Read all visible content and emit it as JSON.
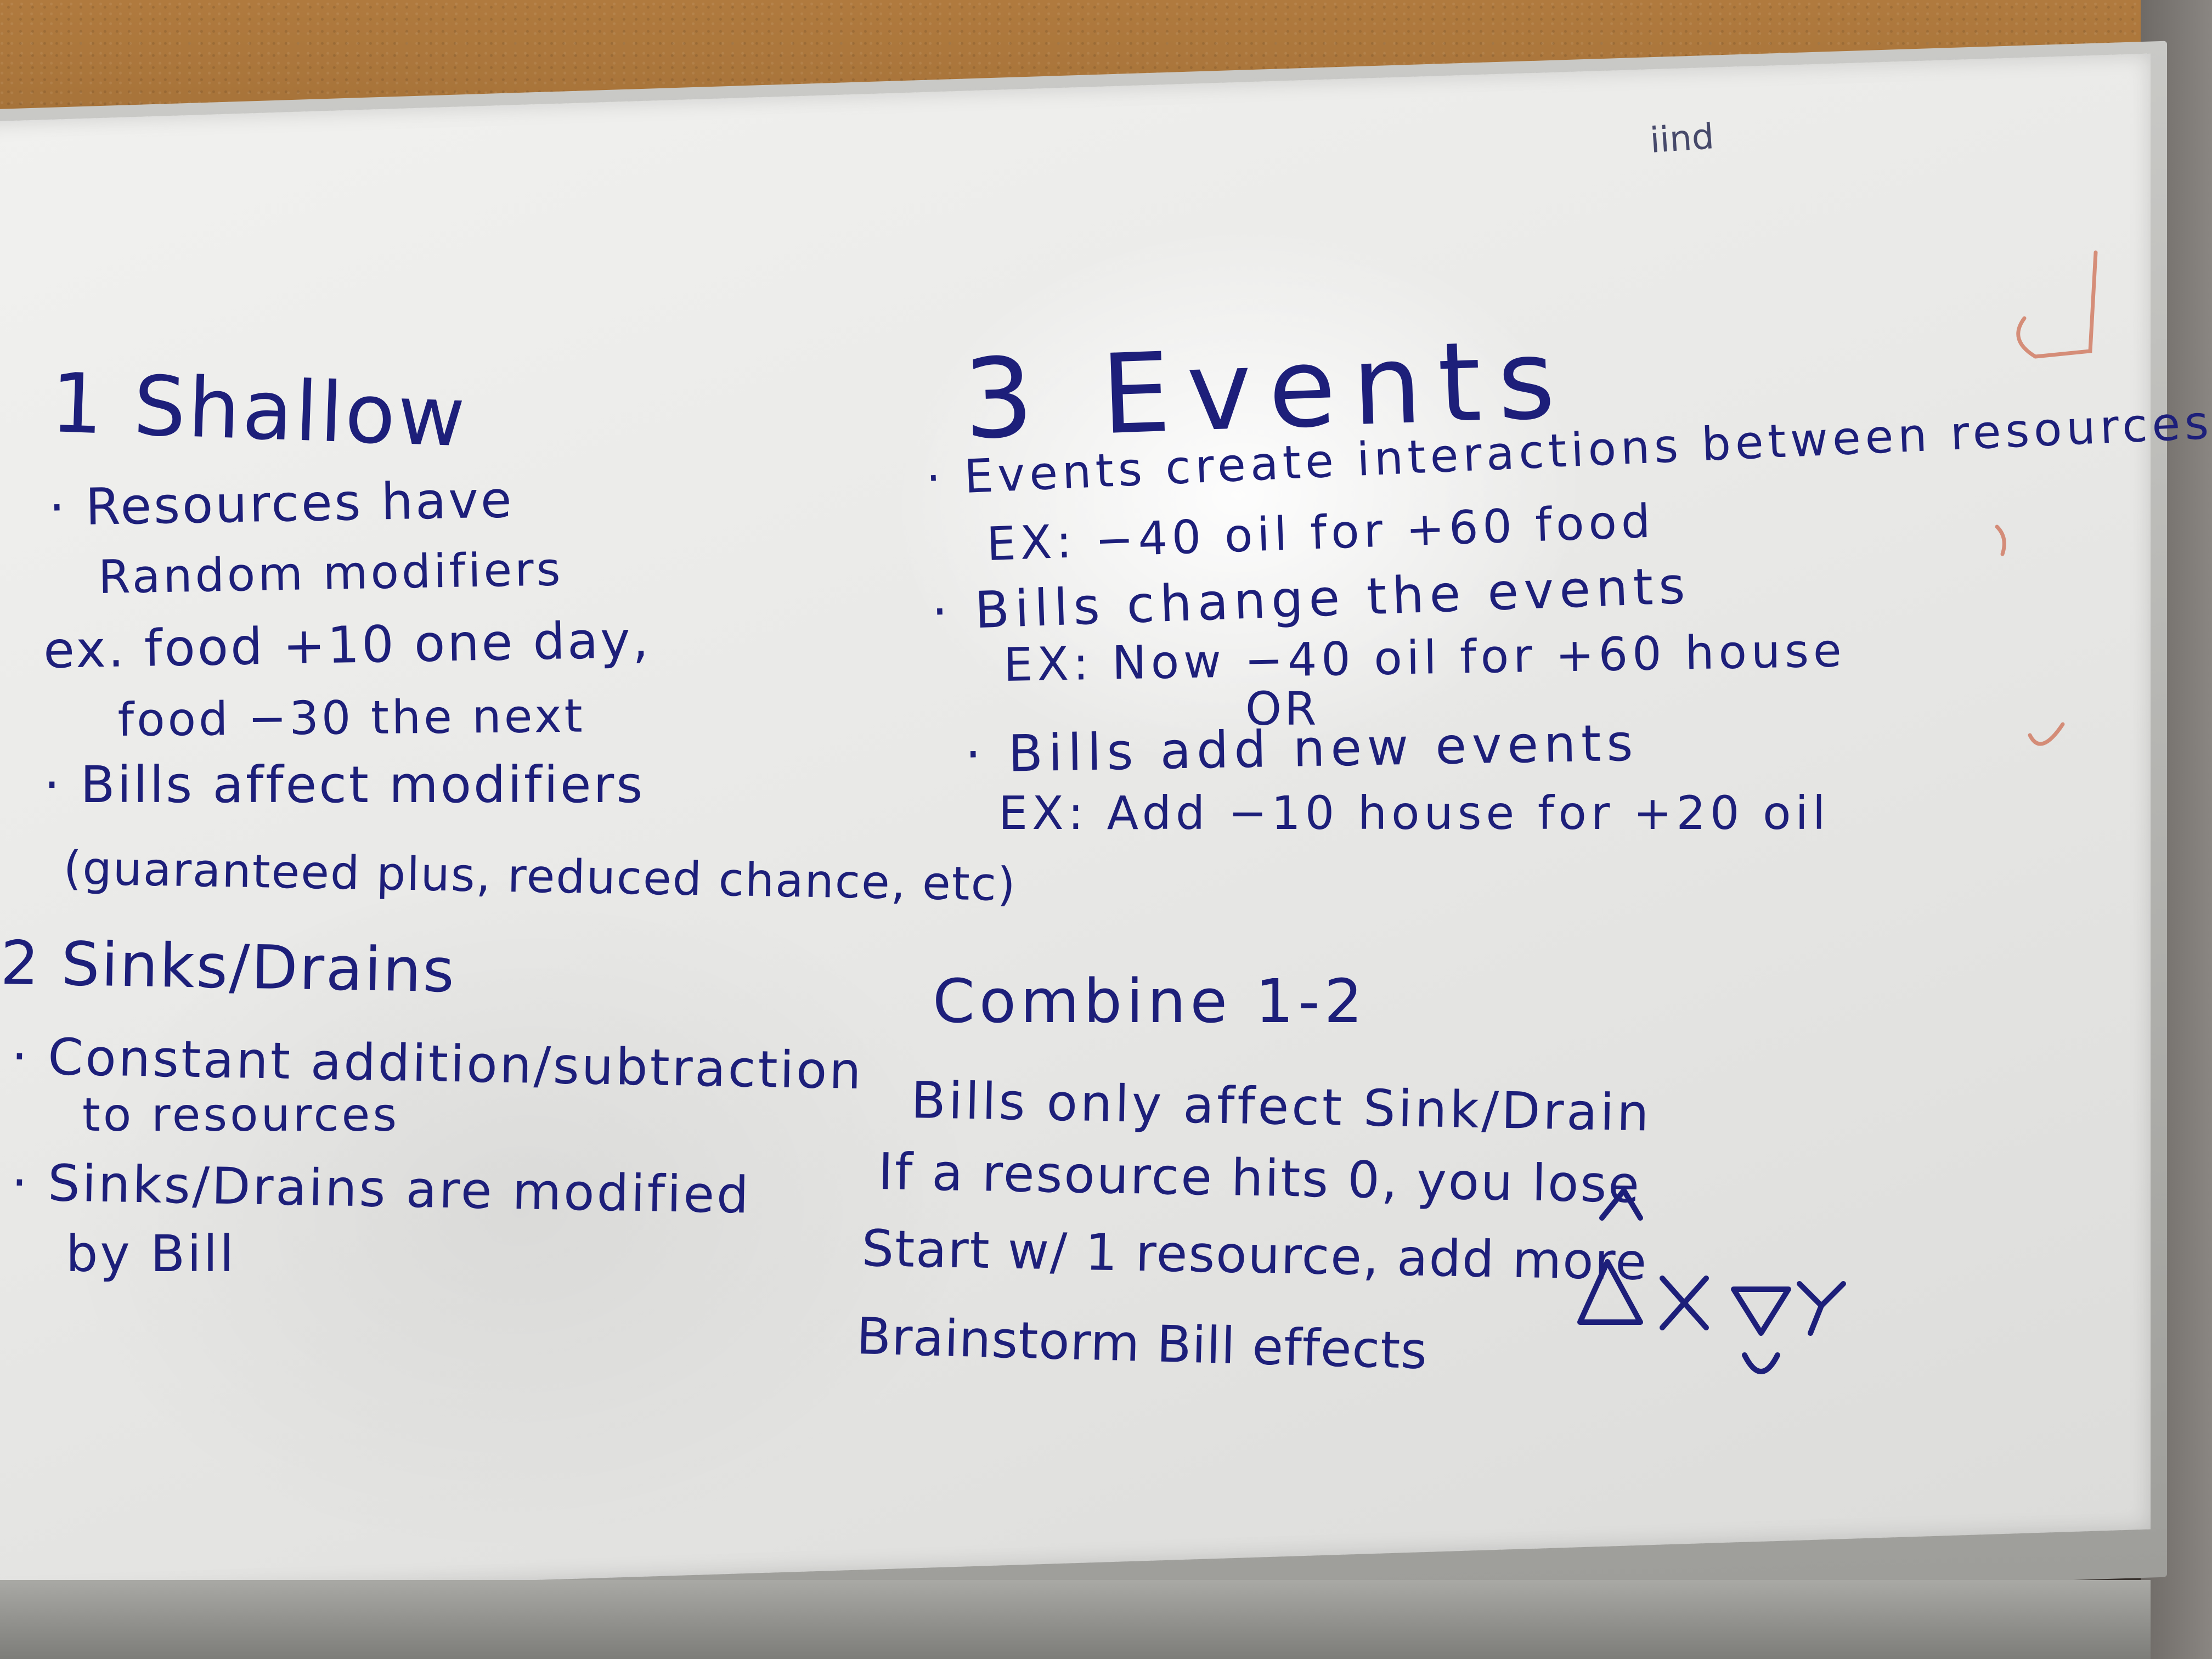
{
  "corner_scribble": "iind",
  "section1": {
    "heading": "1 Shallow",
    "line1": "· Resources have",
    "line2": "Random modifiers",
    "line3": "ex. food +10 one day,",
    "line4": "food −30 the next",
    "line5": "· Bills affect modifiers",
    "line6": "(guaranteed plus, reduced chance, etc)"
  },
  "section2": {
    "heading": "2 Sinks/Drains",
    "line1": "· Constant addition/subtraction",
    "line2": "to resources",
    "line3": "· Sinks/Drains are modified",
    "line4": "by Bill"
  },
  "section3": {
    "heading": "3 Events",
    "line1": "· Events create interactions between resources",
    "line2": "EX: −40 oil for +60 food",
    "line3": "· Bills change the events",
    "line4": "EX: Now −40 oil for +60 house",
    "line5": "OR",
    "line6": "· Bills add new events",
    "line7": "EX: Add −10 house for +20 oil"
  },
  "combine": {
    "heading": "Combine 1-2",
    "line1": "Bills only affect Sink/Drain",
    "line2": "If a resource hits 0, you lose",
    "line3": "Start w/ 1 resource, add more",
    "line4": "Brainstorm Bill effects"
  },
  "colors": {
    "marker_blue": "#1d1f7a",
    "marker_red": "#c8502e",
    "board": "#ececea",
    "cork": "#a8743a"
  }
}
